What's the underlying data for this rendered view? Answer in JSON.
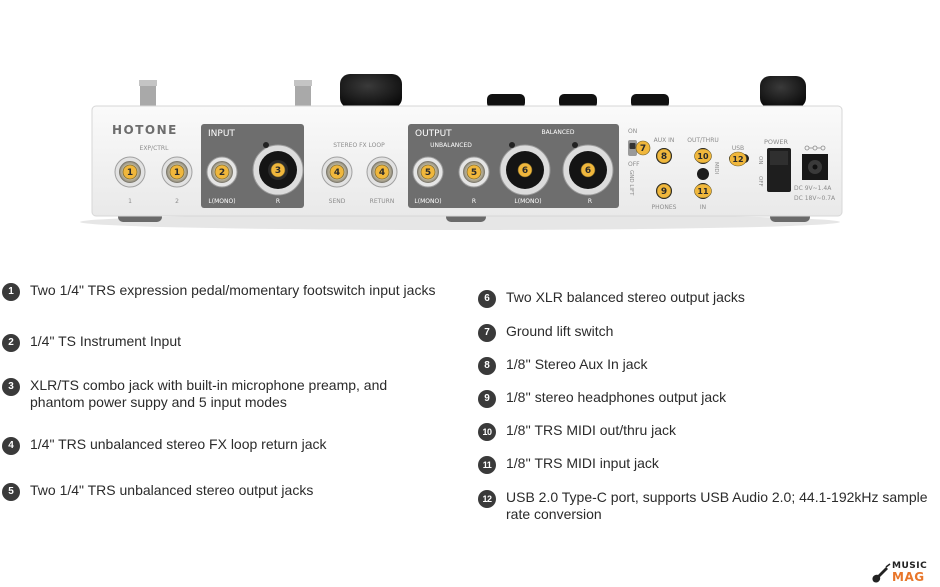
{
  "device": {
    "brand": "HOTONE",
    "labels": {
      "exp_ctrl": "EXP/CTRL",
      "exp_1": "1",
      "exp_2": "2",
      "input": "INPUT",
      "input_l": "L(MONO)",
      "input_r": "R",
      "fx_loop": "STEREO FX LOOP",
      "send": "SEND",
      "return": "RETURN",
      "output": "OUTPUT",
      "unbalanced": "UNBALANCED",
      "balanced": "BALANCED",
      "out_l": "L(MONO)",
      "out_r": "R",
      "bal_l": "L(MONO)",
      "bal_r": "R",
      "on": "ON",
      "off": "OFF",
      "gnd_lift": "GND LIFT",
      "aux_in": "AUX IN",
      "phones": "PHONES",
      "out_thru": "OUT/THRU",
      "midi": "MIDI",
      "midi_in": "IN",
      "usb": "USB",
      "power": "POWER",
      "power_on": "ON",
      "power_off": "OFF",
      "dc_rating_1": "DC  9V~1.4A",
      "dc_rating_2": "DC 18V~0.7A"
    },
    "markers": [
      "1",
      "1",
      "2",
      "3",
      "4",
      "4",
      "5",
      "5",
      "6",
      "6",
      "7",
      "8",
      "9",
      "10",
      "11",
      "12"
    ],
    "colors": {
      "panel": "#f2f2f2",
      "dark_section": "#6e6e6e",
      "marker": "#f0b73c",
      "knob": "#111111"
    }
  },
  "legend": {
    "left": [
      {
        "num": "1",
        "text": "Two 1/4\" TRS expression pedal/momentary footswitch input jacks"
      },
      {
        "num": "2",
        "text": "1/4\" TS Instrument Input"
      },
      {
        "num": "3",
        "text": "XLR/TS combo jack with built-in microphone preamp, and phantom power suppy and 5 input modes"
      },
      {
        "num": "4",
        "text": "1/4\" TRS unbalanced stereo FX loop return jack"
      },
      {
        "num": "5",
        "text": "Two 1/4\" TRS unbalanced stereo output jacks"
      }
    ],
    "right": [
      {
        "num": "6",
        "text": "Two XLR balanced stereo output jacks"
      },
      {
        "num": "7",
        "text": "Ground lift switch"
      },
      {
        "num": "8",
        "text": "1/8'' Stereo Aux In jack"
      },
      {
        "num": "9",
        "text": "1/8'' stereo headphones output jack"
      },
      {
        "num": "10",
        "text": "1/8'' TRS MIDI out/thru jack"
      },
      {
        "num": "11",
        "text": "1/8'' TRS MIDI input jack"
      },
      {
        "num": "12",
        "text": "USB 2.0 Type-C port, supports USB Audio 2.0; 44.1-192kHz sample rate conversion"
      }
    ]
  },
  "watermark": {
    "line1": "MUSIC",
    "line2": "MAG",
    "icon": "guitar-icon"
  }
}
